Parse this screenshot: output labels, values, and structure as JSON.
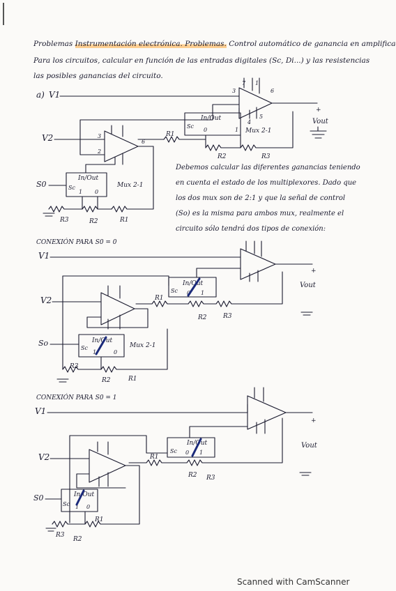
{
  "header": {
    "title_prefix": "Problemas",
    "title_highlight": "Instrumentación electrónica. Problemas.",
    "title_rest": "Control automático de ganancia en amplificador.",
    "statement_line1": "Para los circuitos, calcular en función de las entradas digitales (Sc, Di...) y las resistencias",
    "statement_line2": "las posibles ganancias del circuito."
  },
  "circuit_a": {
    "item_label": "a)",
    "v1": "V1",
    "v2": "V2",
    "s0": "S0",
    "vout": "Vout",
    "mux_top": "Mux 2-1",
    "mux_bottom": "Mux 2-1",
    "in_out": "In/Out",
    "sc": "Sc",
    "zero": "0",
    "one": "1",
    "r1": "R1",
    "r2": "R2",
    "r3": "R3",
    "pins": {
      "p3": "3",
      "p7": "7",
      "p1": "1",
      "p6": "6",
      "p2": "2",
      "p4": "4",
      "p5": "5"
    }
  },
  "explanation": {
    "lines": [
      "Debemos calcular las diferentes ganancias teniendo",
      "en cuenta el estado de los multiplexores. Dado que",
      "los dos mux son de 2:1 y que la señal de control",
      "(So) es la misma para ambos mux, realmente el",
      "circuito sólo tendrá dos tipos de conexión:"
    ]
  },
  "case0": {
    "heading": "CONEXIÓN PARA S0 = 0",
    "v1": "V1",
    "v2": "V2",
    "s0": "So",
    "vout": "Vout",
    "mux_bottom": "Mux 2-1",
    "in_out": "In/Out",
    "sc": "Sc",
    "zero": "0",
    "one": "1",
    "r1": "R1",
    "r2": "R2",
    "r3": "R3"
  },
  "case1": {
    "heading": "CONEXIÓN PARA S0 = 1",
    "v1": "V1",
    "v2": "V2",
    "s0": "S0",
    "vout": "Vout",
    "in_out": "In/Out",
    "sc": "Sc",
    "zero": "0",
    "one": "1",
    "r1": "R1",
    "r2": "R2",
    "r3": "R3"
  },
  "footer": {
    "scanner": "Scanned with CamScanner"
  }
}
